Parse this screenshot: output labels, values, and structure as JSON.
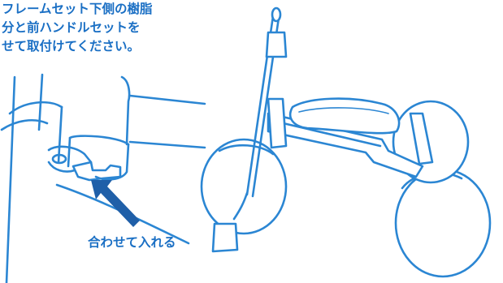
{
  "instruction": {
    "lines": [
      "フレームセット下側の樹脂",
      "分と前ハンドルセットを",
      "せて取付けてください。"
    ]
  },
  "callout": {
    "label": "合わせて入れる"
  },
  "colors": {
    "line": "#2b86d3",
    "text": "#1a6fc4",
    "arrow": "#1f5fa8"
  }
}
